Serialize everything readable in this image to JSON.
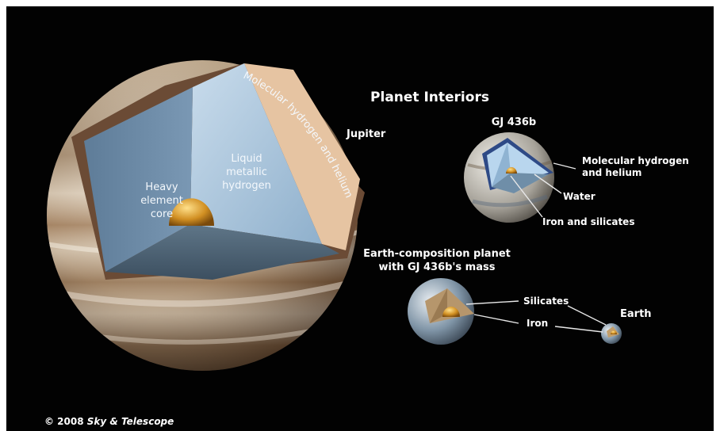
{
  "title": "Planet Interiors",
  "colors": {
    "background": "#020202",
    "molecular_h": "#e6c4a2",
    "metallic_h": "#a9c4dc",
    "core": "#d18f22",
    "silicates": "#b6966c",
    "label": "#ffffff"
  },
  "jupiter": {
    "name": "Jupiter",
    "layers": {
      "molecular": "Molecular hydrogen and helium",
      "metallic_line1": "Liquid",
      "metallic_line2": "metallic",
      "metallic_line3": "hydrogen",
      "core_line1": "Heavy",
      "core_line2": "element",
      "core_line3": "core"
    }
  },
  "gj436b": {
    "name": "GJ 436b",
    "labels": {
      "molecular_line1": "Molecular hydrogen",
      "molecular_line2": "and helium",
      "water": "Water",
      "iron_silicates": "Iron and silicates"
    }
  },
  "earth_comp": {
    "title_line1": "Earth-composition planet",
    "title_line2": "with GJ 436b's mass",
    "labels": {
      "silicates": "Silicates",
      "iron": "Iron"
    }
  },
  "earth": {
    "name": "Earth"
  },
  "credit": {
    "year": "© 2008",
    "source": "Sky & Telescope"
  }
}
